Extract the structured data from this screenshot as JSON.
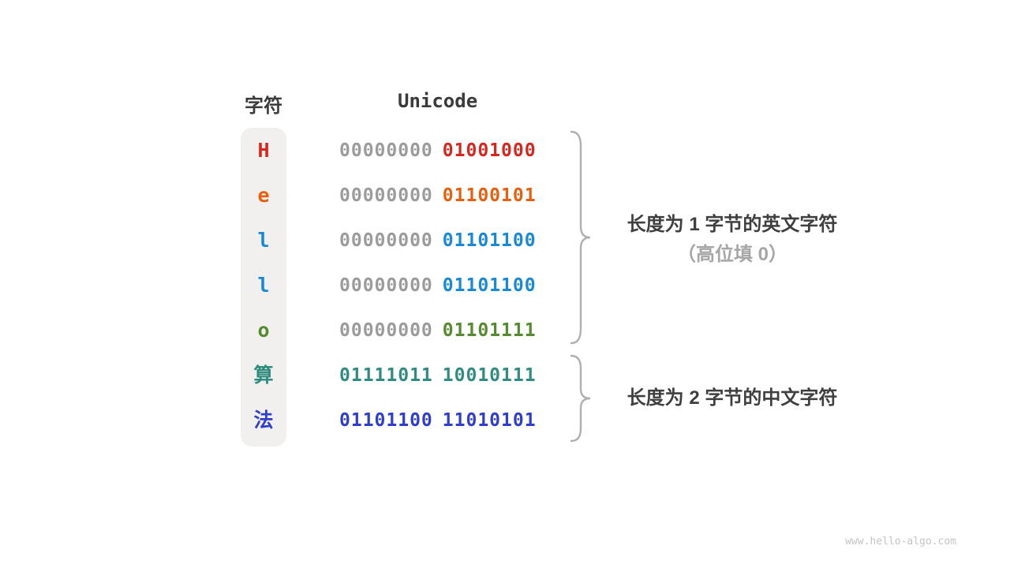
{
  "headers": {
    "char": "字符",
    "unicode": "Unicode"
  },
  "rows": [
    {
      "char": "H",
      "char_color": "#d7261e",
      "byte1": "00000000",
      "byte1_color": "#9b9b9b",
      "byte2": "01001000",
      "byte2_color": "#d7261e"
    },
    {
      "char": "e",
      "char_color": "#e8600d",
      "byte1": "00000000",
      "byte1_color": "#9b9b9b",
      "byte2": "01100101",
      "byte2_color": "#e8600d"
    },
    {
      "char": "l",
      "char_color": "#1789d6",
      "byte1": "00000000",
      "byte1_color": "#9b9b9b",
      "byte2": "01101100",
      "byte2_color": "#1789d6"
    },
    {
      "char": "l",
      "char_color": "#1789d6",
      "byte1": "00000000",
      "byte1_color": "#9b9b9b",
      "byte2": "01101100",
      "byte2_color": "#1789d6"
    },
    {
      "char": "o",
      "char_color": "#548b2f",
      "byte1": "00000000",
      "byte1_color": "#9b9b9b",
      "byte2": "01101111",
      "byte2_color": "#548b2f"
    },
    {
      "char": "算",
      "char_color": "#2f8c80",
      "byte1": "01111011",
      "byte1_color": "#2f8c80",
      "byte2": "10010111",
      "byte2_color": "#2f8c80"
    },
    {
      "char": "法",
      "char_color": "#2f3ecc",
      "byte1": "01101100",
      "byte1_color": "#2f3ecc",
      "byte2": "11010101",
      "byte2_color": "#2f3ecc"
    }
  ],
  "annotations": [
    {
      "line1": "长度为 1 字节的英文字符",
      "line2": "（高位填 0）"
    },
    {
      "line1": "长度为 2 字节的中文字符"
    }
  ],
  "watermark": "www.hello-algo.com",
  "colors": {
    "gray_byte": "#9b9b9b",
    "brace": "#b0b0b0",
    "char_column_bg": "#f1f0ee",
    "annotation_primary": "#3f3f3f",
    "annotation_secondary": "#a6a6a6"
  }
}
